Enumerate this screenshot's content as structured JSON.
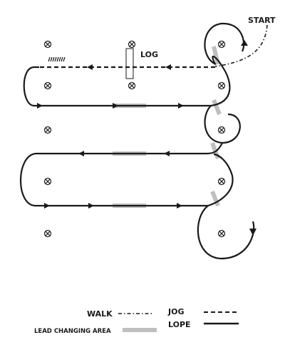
{
  "labels": {
    "start": "START",
    "log": "LOG"
  },
  "legend": {
    "walk": "WALK",
    "jog": "JOG",
    "lope": "LOPE",
    "lead_changing_area": "LEAD CHANGING AREA"
  },
  "colors": {
    "line": "#1a1a1a",
    "lead_area": "#bfbfbf",
    "background": "#ffffff"
  },
  "icons": {
    "marker": "circled-x-marker",
    "arrow": "arrowhead"
  }
}
